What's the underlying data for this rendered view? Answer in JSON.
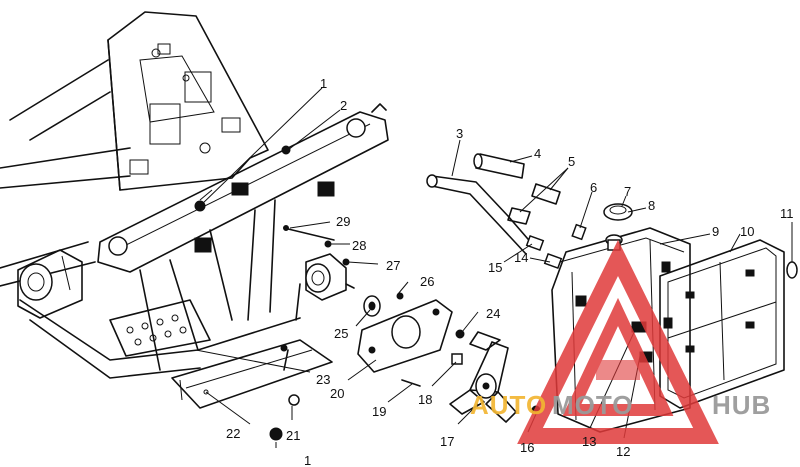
{
  "diagram": {
    "callouts": [
      "1",
      "2",
      "3",
      "4",
      "5",
      "6",
      "7",
      "8",
      "9",
      "10",
      "11",
      "12",
      "13",
      "14",
      "15",
      "16",
      "17",
      "18",
      "19",
      "20",
      "21",
      "22",
      "23",
      "24",
      "25",
      "26",
      "27",
      "28",
      "29",
      "1"
    ]
  },
  "watermark": {
    "part1": "AUTO",
    "part2": "MOTO",
    "part3": "HUB",
    "accent_color": "#f2b632",
    "logo_color": "#e03a3a",
    "text_gray": "#9a9a9a"
  }
}
